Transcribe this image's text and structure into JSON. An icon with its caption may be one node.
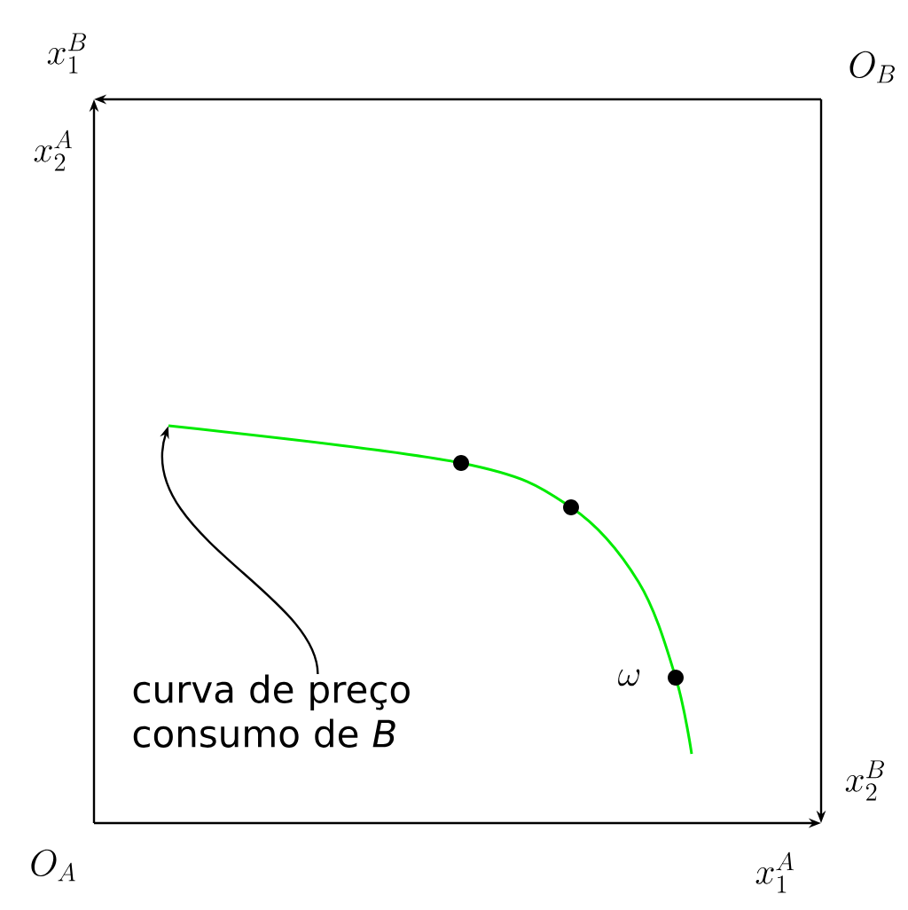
{
  "diagram": {
    "nodes": [
      {
        "text": [
          "curva de preço consumo de *B*"
        ]
      },
      {
        "text": [],
        "shape": "curve"
      }
    ],
    "edges": [
      {
        "from": 0,
        "to": 1,
        "arrow": "to"
      }
    ],
    "labels": [
      "x_1^B",
      "O_B",
      "x_2^A",
      "\\omega",
      "x_2^B",
      "O_A",
      "x_1^A"
    ]
  }
}
